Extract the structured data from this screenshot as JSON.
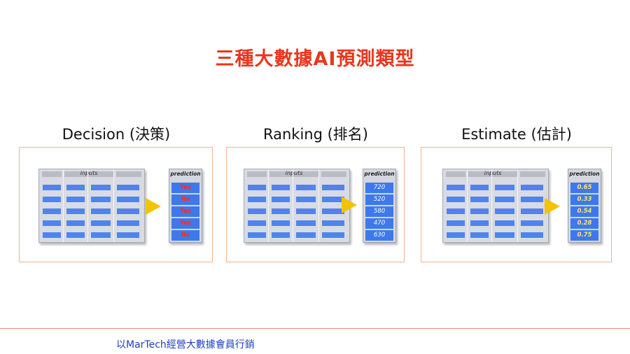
{
  "title": "三種大數據AI預測類型",
  "panels": [
    {
      "heading": "Decision (決策)",
      "inputs_label": "inputs",
      "prediction_label": "prediction",
      "predictions": [
        "Yes",
        "No",
        "Yes",
        "Yes",
        "No"
      ]
    },
    {
      "heading": "Ranking (排名)",
      "inputs_label": "inputs",
      "prediction_label": "prediction",
      "predictions": [
        "720",
        "520",
        "580",
        "470",
        "630"
      ]
    },
    {
      "heading": "Estimate (估計)",
      "inputs_label": "inputs",
      "prediction_label": "prediction",
      "predictions": [
        "0.65",
        "0.33",
        "0.54",
        "0.28",
        "0.75"
      ]
    }
  ],
  "footer": "以MarTech經營大數據會員行銷",
  "colors": {
    "title": "#e8361c",
    "panel_border": "#f2b48f",
    "cell_blue": "#4f84ef",
    "arrow": "#f3c300",
    "footer_text": "#1d3fbf",
    "footer_line": "#f08a73"
  }
}
